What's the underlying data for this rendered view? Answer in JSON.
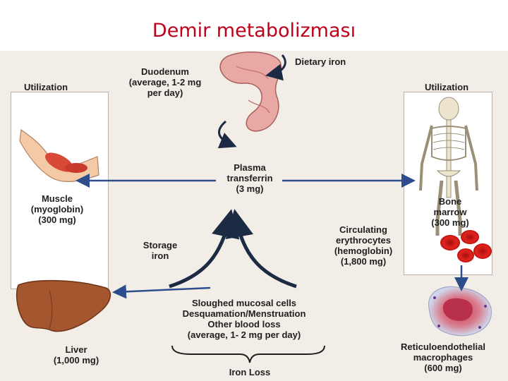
{
  "title": "Demir metabolizması",
  "labels": {
    "dietary_iron": "Dietary iron",
    "duodenum": [
      "Duodenum",
      "(average, 1-2 mg",
      "per day)"
    ],
    "utilization_left": "Utilization",
    "utilization_right": "Utilization",
    "plasma": [
      "Plasma",
      "transferrin",
      "(3 mg)"
    ],
    "muscle": [
      "Muscle",
      "(myoglobin)",
      "(300 mg)"
    ],
    "bone_marrow": [
      "Bone",
      "marrow",
      "(300 mg)"
    ],
    "storage": [
      "Storage",
      "iron"
    ],
    "circulating": [
      "Circulating",
      "erythrocytes",
      "(hemoglobin)",
      "(1,800 mg)"
    ],
    "loss": [
      "Sloughed mucosal cells",
      "Desquamation/Menstruation",
      "Other blood loss",
      "(average, 1- 2 mg per day)"
    ],
    "iron_loss": "Iron Loss",
    "liver": [
      "Liver",
      "(1,000 mg)"
    ],
    "reticulo": [
      "Reticuloendothelial",
      "macrophages",
      "(600 mg)"
    ]
  },
  "colors": {
    "title": "#c0001a",
    "panel": "#f2ede6",
    "arrow_dark": "#1c2a44",
    "arrow_blue": "#2c4c8c",
    "rbc": "#d2201c",
    "liver": "#a4562e",
    "duodenum": "#e8a8a4"
  }
}
